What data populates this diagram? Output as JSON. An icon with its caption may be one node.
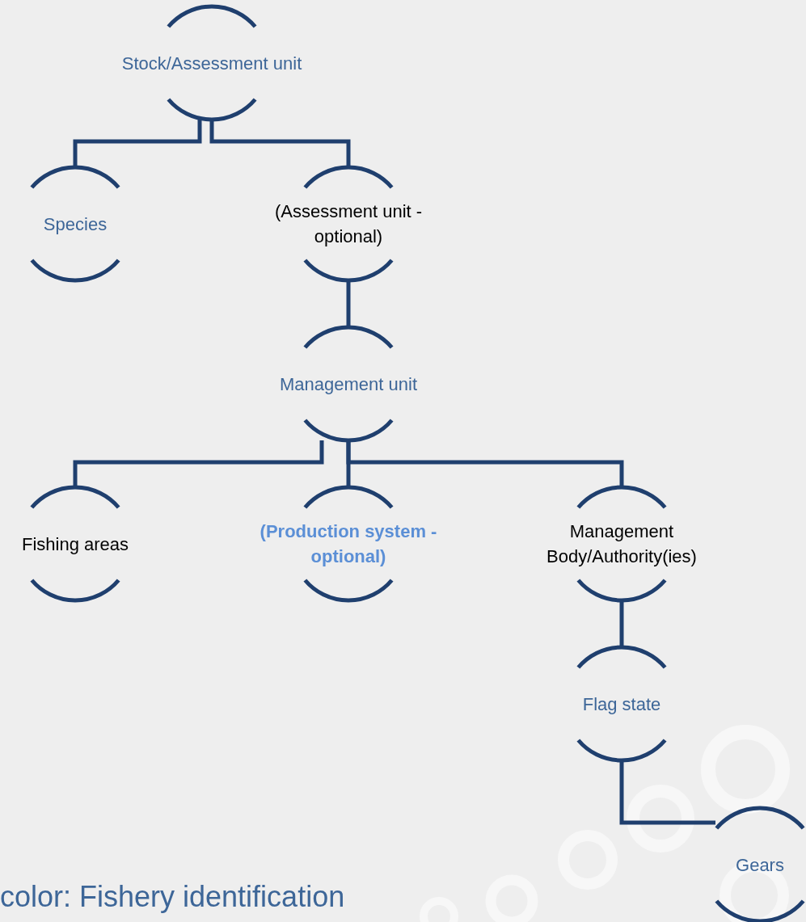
{
  "diagram": {
    "nodes": [
      {
        "text": [
          "Stock/Assessment unit"
        ]
      },
      {
        "text": [
          "Species"
        ]
      },
      {
        "text": [
          "(Assessment unit - optional)"
        ]
      },
      {
        "text": [
          "Management unit"
        ]
      },
      {
        "text": [
          "Fishing areas"
        ]
      },
      {
        "text": [
          "(Production system - optional)"
        ]
      },
      {
        "text": [
          "Management Body/Authority(ies)"
        ]
      },
      {
        "text": [
          "Flag state"
        ]
      },
      {
        "text": [
          "Gears"
        ]
      }
    ],
    "edges": [
      {
        "from": 0,
        "to": 1,
        "arrow": "none"
      },
      {
        "from": 0,
        "to": 2,
        "arrow": "none"
      },
      {
        "from": 2,
        "to": 3,
        "arrow": "none"
      },
      {
        "from": 3,
        "to": 4,
        "arrow": "none"
      },
      {
        "from": 3,
        "to": 5,
        "arrow": "none"
      },
      {
        "from": 3,
        "to": 6,
        "arrow": "none"
      },
      {
        "from": 6,
        "to": 7,
        "arrow": "none"
      },
      {
        "from": 7,
        "to": 8,
        "arrow": "none"
      }
    ],
    "labels": [
      "color: Fishery identification"
    ]
  }
}
